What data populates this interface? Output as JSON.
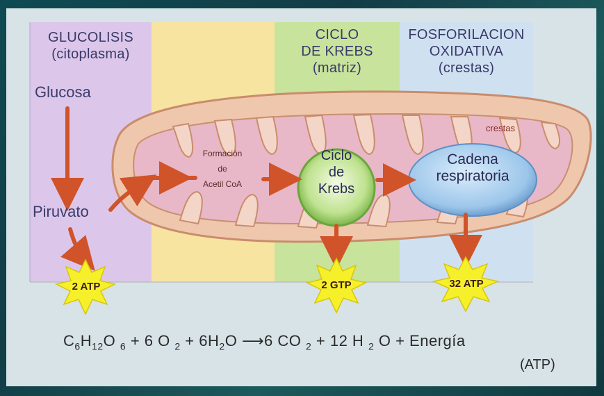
{
  "sections": {
    "glucolisis_title": "GLUCOLISIS",
    "glucolisis_sub": "(citoplasma)",
    "krebs_title_1": "CICLO",
    "krebs_title_2": "DE KREBS",
    "krebs_sub": "(matriz)",
    "fosfo_title_1": "FOSFORILACION",
    "fosfo_title_2": "OXIDATIVA",
    "fosfo_sub": "(crestas)"
  },
  "labels": {
    "glucosa": "Glucosa",
    "piruvato": "Piruvato",
    "crestas": "crestas",
    "formacion_1": "Formación",
    "formacion_2": "de",
    "formacion_3": "Acetil CoA",
    "ciclo_1": "Ciclo",
    "ciclo_2": "de",
    "ciclo_3": "Krebs",
    "cadena_1": "Cadena",
    "cadena_2": "respiratoria"
  },
  "yields": {
    "glucolisis": "2 ATP",
    "krebs": "2 GTP",
    "fosforilacion": "32 ATP"
  },
  "equation": {
    "c": "C",
    "c_sub": "6",
    "h": "H",
    "h_sub": "12",
    "o": "O",
    "o_sub": "6",
    "plus1": "+ 6 O",
    "o2_sub": "2",
    "plus2": "+ 6H",
    "h2o_sub": "2",
    "o_end": "O",
    "arrow_part": "6 CO",
    "co2_sub": "2",
    "plus3": "+ 12 H",
    "h2o2_sub": "2",
    "tail": "O + Energía",
    "atp": "(ATP)"
  },
  "colors": {
    "glucolisis_bg": "#dcc7ea",
    "gap_bg": "#f7e4a1",
    "krebs_bg": "#c8e39b",
    "fosfo_bg": "#cfe1f1",
    "arrow": "#d0532a",
    "star": "#f6f02a"
  }
}
